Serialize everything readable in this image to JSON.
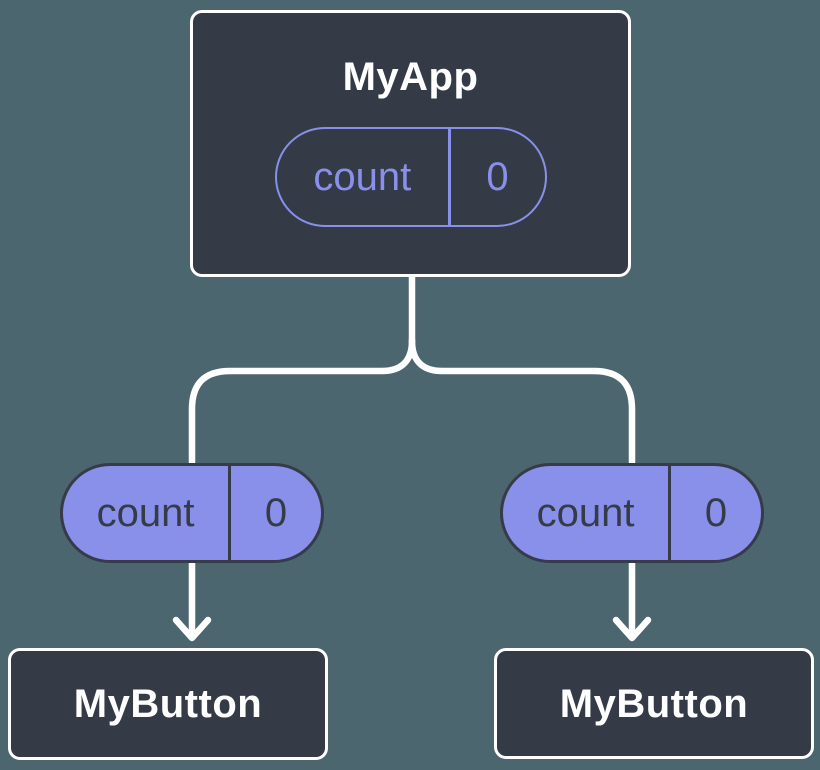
{
  "colors": {
    "background": "#4C6670",
    "node_fill": "#343B47",
    "node_border": "#FFFFFF",
    "accent": "#8990EA",
    "dark": "#353B48",
    "connector": "#FFFFFF",
    "title_text": "#FFFFFF"
  },
  "diagram": {
    "root": {
      "title": "MyApp",
      "prop_name": "count",
      "prop_value": "0"
    },
    "children": [
      {
        "title": "MyButton",
        "prop_name": "count",
        "prop_value": "0"
      },
      {
        "title": "MyButton",
        "prop_name": "count",
        "prop_value": "0"
      }
    ]
  }
}
